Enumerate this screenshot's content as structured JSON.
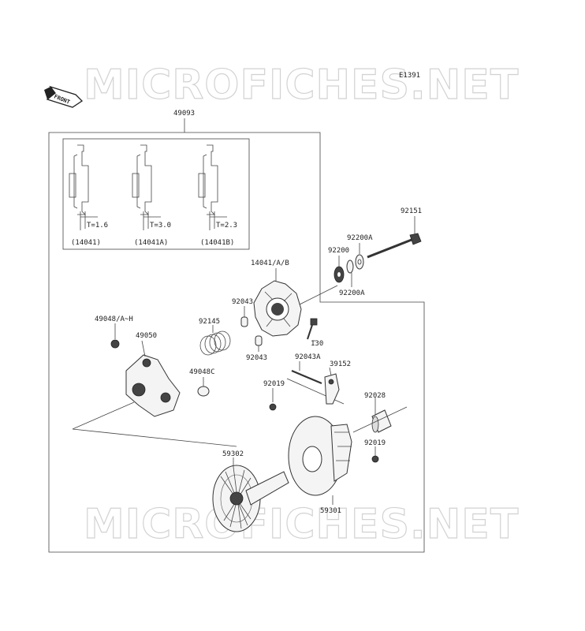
{
  "watermark": "MICROFICHES.NET",
  "diagram_code": "E1391",
  "front_label": "FRONT",
  "assembly_label": "49093",
  "insets": [
    {
      "t_value": "T=1.6",
      "part": "(14041)"
    },
    {
      "t_value": "T=3.0",
      "part": "(14041A)"
    },
    {
      "t_value": "T=2.3",
      "part": "(14041B)"
    }
  ],
  "callouts": {
    "p92151": "92151",
    "p92200A_top": "92200A",
    "p92200": "92200",
    "p92200A_bottom": "92200A",
    "p14041AB": "14041/A/B",
    "p92043_top": "92043",
    "p92043_bottom": "92043",
    "p130": "130",
    "p92145": "92145",
    "p49048AH": "49048/A~H",
    "p49050": "49050",
    "p49048C": "49048C",
    "p92043A": "92043A",
    "p39152": "39152",
    "p92019_left": "92019",
    "p92028": "92028",
    "p92019_right": "92019",
    "p59302": "59302",
    "p59301": "59301"
  }
}
